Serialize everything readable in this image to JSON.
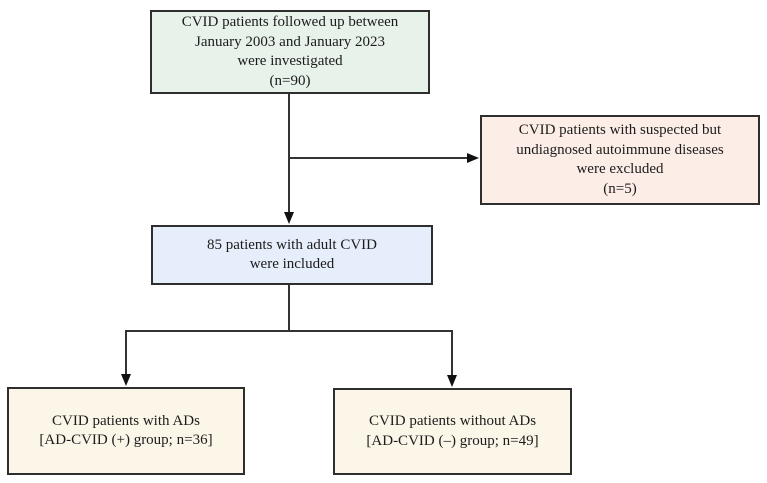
{
  "diagram": {
    "type": "flowchart",
    "background_color": "#ffffff",
    "box_border_color": "#2e2e2e",
    "connector_color": "#333333",
    "arrowhead_color": "#111111",
    "text_color": "#1c1c1c",
    "boxes": {
      "investigated": {
        "fill": "#e7f2ea",
        "lines": [
          "CVID patients followed up between",
          "January 2003 and January 2023",
          "were investigated",
          "(n=90)"
        ],
        "n": 90
      },
      "excluded": {
        "fill": "#fceee6",
        "lines": [
          "CVID patients with suspected but",
          "undiagnosed autoimmune diseases",
          "were excluded",
          "(n=5)"
        ],
        "n": 5
      },
      "included": {
        "fill": "#e5eefa",
        "lines": [
          "85 patients with adult CVID",
          "were included"
        ],
        "n": 85
      },
      "with_ads": {
        "fill": "#fcf6e9",
        "lines": [
          "CVID patients with ADs",
          "[AD-CVID (+) group; n=36]"
        ],
        "n": 36
      },
      "without_ads": {
        "fill": "#fcf6e9",
        "lines": [
          "CVID patients without ADs",
          "[AD-CVID (–) group; n=49]"
        ],
        "n": 49
      }
    }
  }
}
